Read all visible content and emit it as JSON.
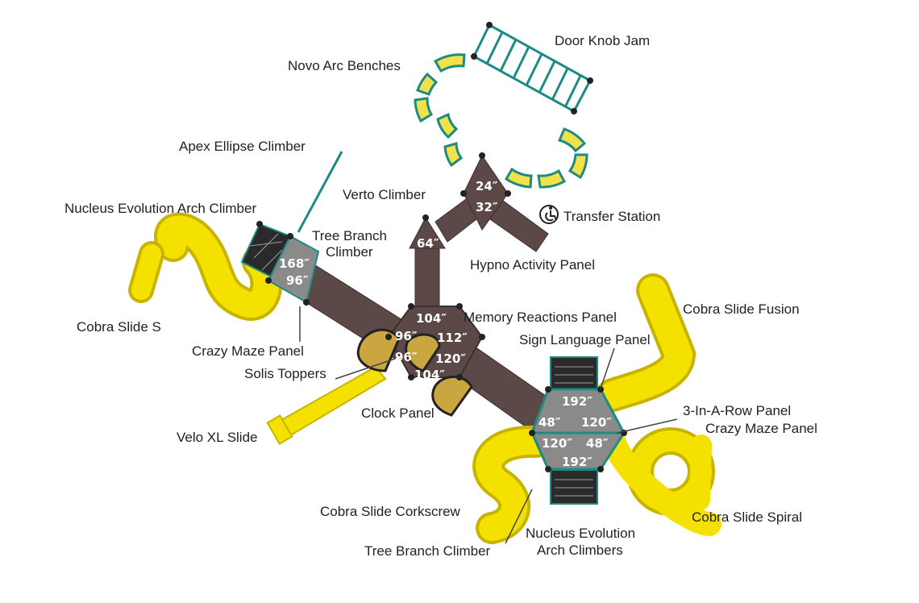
{
  "labels": {
    "door_knob_jam": "Door Knob Jam",
    "novo_arc_benches": "Novo Arc Benches",
    "apex_ellipse_climber": "Apex Ellipse Climber",
    "verto_climber": "Verto Climber",
    "nucleus_evolution_arch_climber": "Nucleus Evolution Arch Climber",
    "transfer_station": "Transfer Station",
    "tree_branch_climber_top_1": "Tree Branch",
    "tree_branch_climber_top_2": "Climber",
    "hypno_activity_panel": "Hypno Activity Panel",
    "memory_reactions_panel": "Memory Reactions Panel",
    "cobra_slide_fusion": "Cobra Slide Fusion",
    "cobra_slide_s": "Cobra Slide S",
    "sign_language_panel": "Sign Language Panel",
    "crazy_maze_panel_left": "Crazy Maze Panel",
    "solis_toppers": "Solis Toppers",
    "three_in_a_row_panel": "3-In-A-Row Panel",
    "crazy_maze_panel_right": "Crazy Maze Panel",
    "clock_panel": "Clock Panel",
    "velo_xl_slide": "Velo XL Slide",
    "cobra_slide_corkscrew": "Cobra Slide Corkscrew",
    "cobra_slide_spiral": "Cobra Slide Spiral",
    "nucleus_evolution_arch_climbers_1": "Nucleus Evolution",
    "nucleus_evolution_arch_climbers_2": "Arch Climbers",
    "tree_branch_climber_bottom": "Tree Branch Climber"
  },
  "deck_heights": {
    "top_24": "24″",
    "top_32": "32″",
    "mid_64": "64″",
    "left_168": "168″",
    "left_96": "96″",
    "hex_104_top": "104″",
    "hex_96_a": "96″",
    "hex_112": "112″",
    "hex_96_b": "96″",
    "hex_120": "120″",
    "hex_104_bottom": "104″",
    "right_192_top": "192″",
    "right_48_left": "48″",
    "right_120_right": "120″",
    "right_120_left": "120″",
    "right_48_right": "48″",
    "right_192_bottom": "192″"
  },
  "colors": {
    "slide_yellow": "#f5e100",
    "slide_shadow": "#c7b400",
    "deck_brown": "#5d4848",
    "deck_grey": "#8a8a8a",
    "frame_teal": "#1e8a84",
    "bench_yellow": "#f1e24a",
    "topper_tan": "#c9a640"
  },
  "icons": {
    "transfer_station": "wheelchair-accessibility-icon"
  }
}
